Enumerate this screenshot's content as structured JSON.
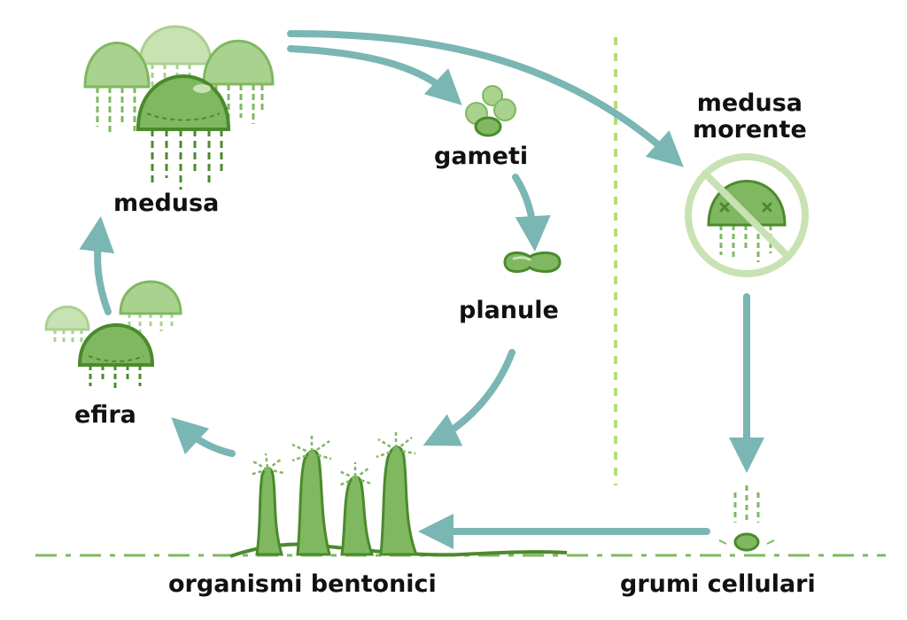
{
  "labels": {
    "medusa": "medusa",
    "gameti": "gameti",
    "planule": "planule",
    "efira": "efira",
    "medusa_morente_line1": "medusa",
    "medusa_morente_line2": "morente",
    "organismi_bentonici": "organismi bentonici",
    "grumi_cellulari": "grumi cellulari"
  },
  "colors": {
    "arrow": "#7ab6b3",
    "green_dark": "#4b8a2c",
    "green_mid": "#7fb860",
    "green_light": "#a9d28f",
    "green_pale": "#c8e2b4",
    "divider": "#b6dc7a"
  }
}
